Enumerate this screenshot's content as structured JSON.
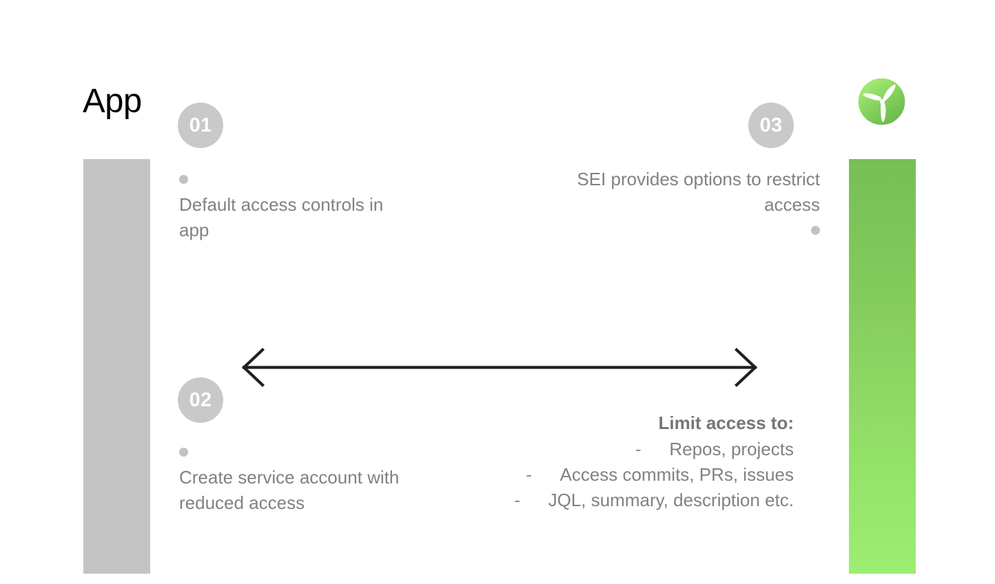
{
  "slide": {
    "title": "App",
    "background_color": "#ffffff"
  },
  "logo": {
    "name": "propeller-logo",
    "circle_gradient_from": "#a4ef72",
    "circle_gradient_to": "#62b544",
    "blade_color": "#ffffff"
  },
  "bars": {
    "left": {
      "color": "#c4c4c4"
    },
    "right": {
      "gradient_from": "#76bf55",
      "gradient_to": "#9cee72"
    }
  },
  "steps": [
    {
      "number": "01",
      "lines": [
        "Default access",
        "controls in app"
      ],
      "text": "Default access controls in app",
      "align": "left"
    },
    {
      "number": "02",
      "lines": [
        "Create service",
        "account with",
        "reduced access"
      ],
      "text": "Create service account with reduced access",
      "align": "left"
    },
    {
      "number": "03",
      "lines": [
        "SEI provides",
        "options to",
        "restrict access"
      ],
      "text": "SEI provides options to restrict access",
      "align": "right"
    }
  ],
  "arrow": {
    "name": "double-headed-arrow",
    "color": "#221f20",
    "direction": "both"
  },
  "limit_access": {
    "heading": "Limit access to:",
    "dash": "-",
    "items": [
      "Repos, projects",
      "Access commits, PRs, issues",
      "JQL, summary, description etc."
    ]
  },
  "colors": {
    "text_gray": "#7f8285",
    "badge_gray": "#c9c9c9",
    "bullet_gray": "#c0c2c4",
    "title_black": "#000000"
  }
}
